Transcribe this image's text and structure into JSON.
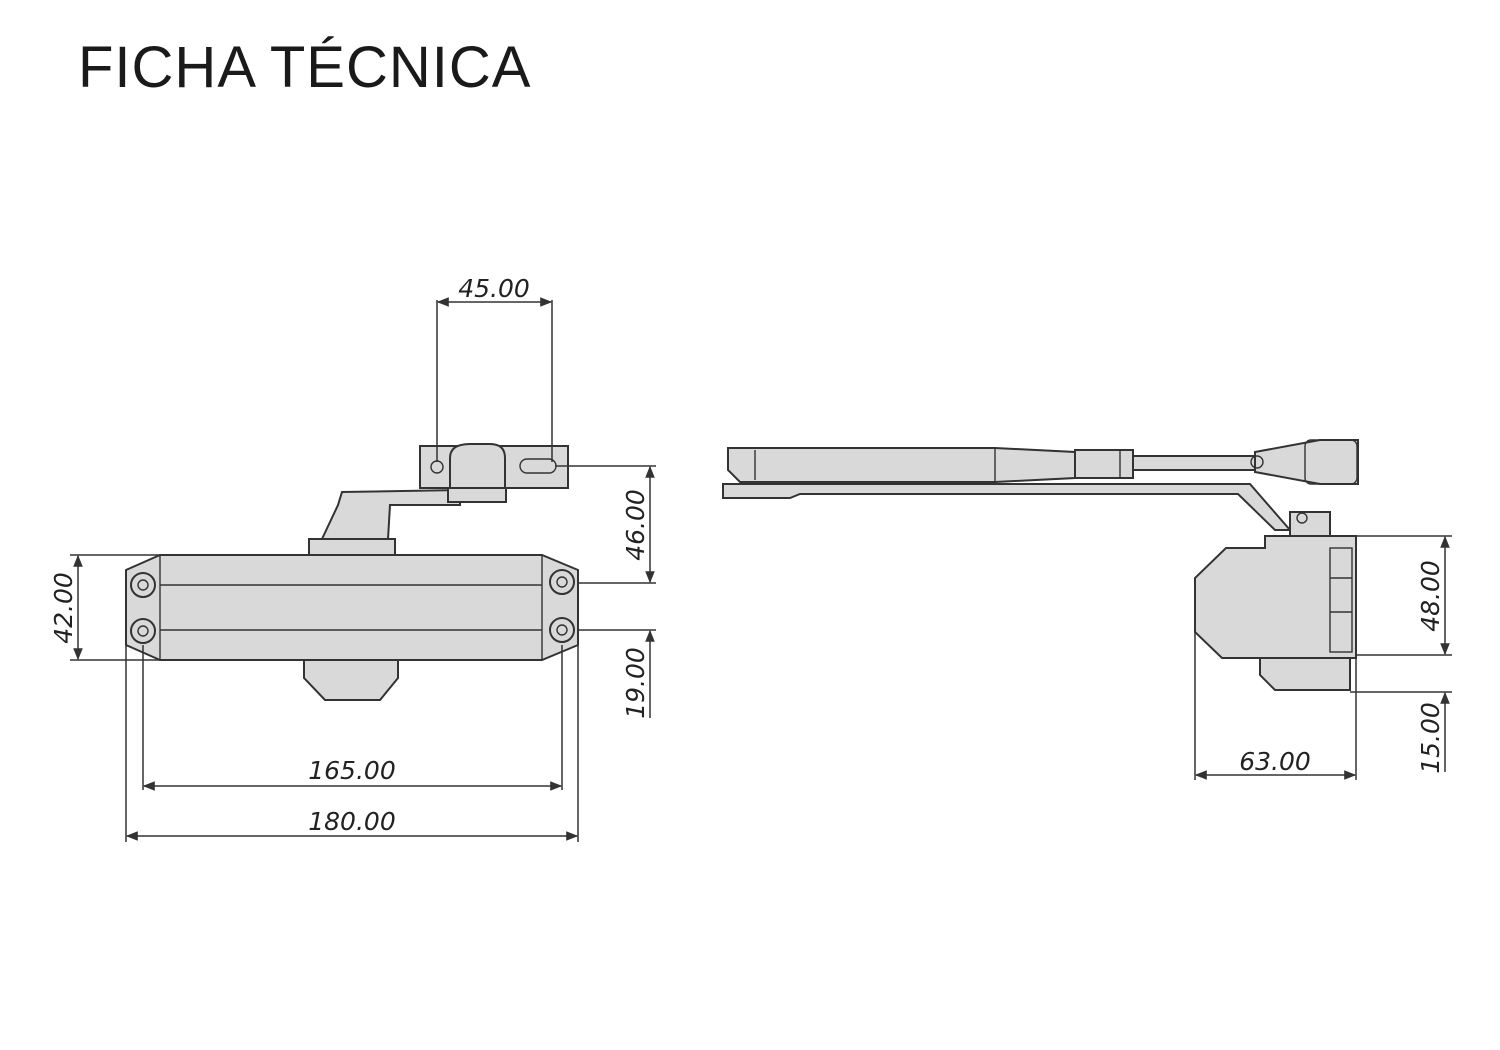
{
  "title": "FICHA TÉCNICA",
  "dimensions": {
    "arm_width": "45.00",
    "arm_height": "46.00",
    "body_height": "42.00",
    "bottom_offset": "19.00",
    "hole_spacing": "165.00",
    "total_length": "180.00",
    "side_height": "48.00",
    "side_bottom": "15.00",
    "side_depth": "63.00"
  },
  "colors": {
    "body": "#d9d9d9",
    "lines": "#333333"
  }
}
